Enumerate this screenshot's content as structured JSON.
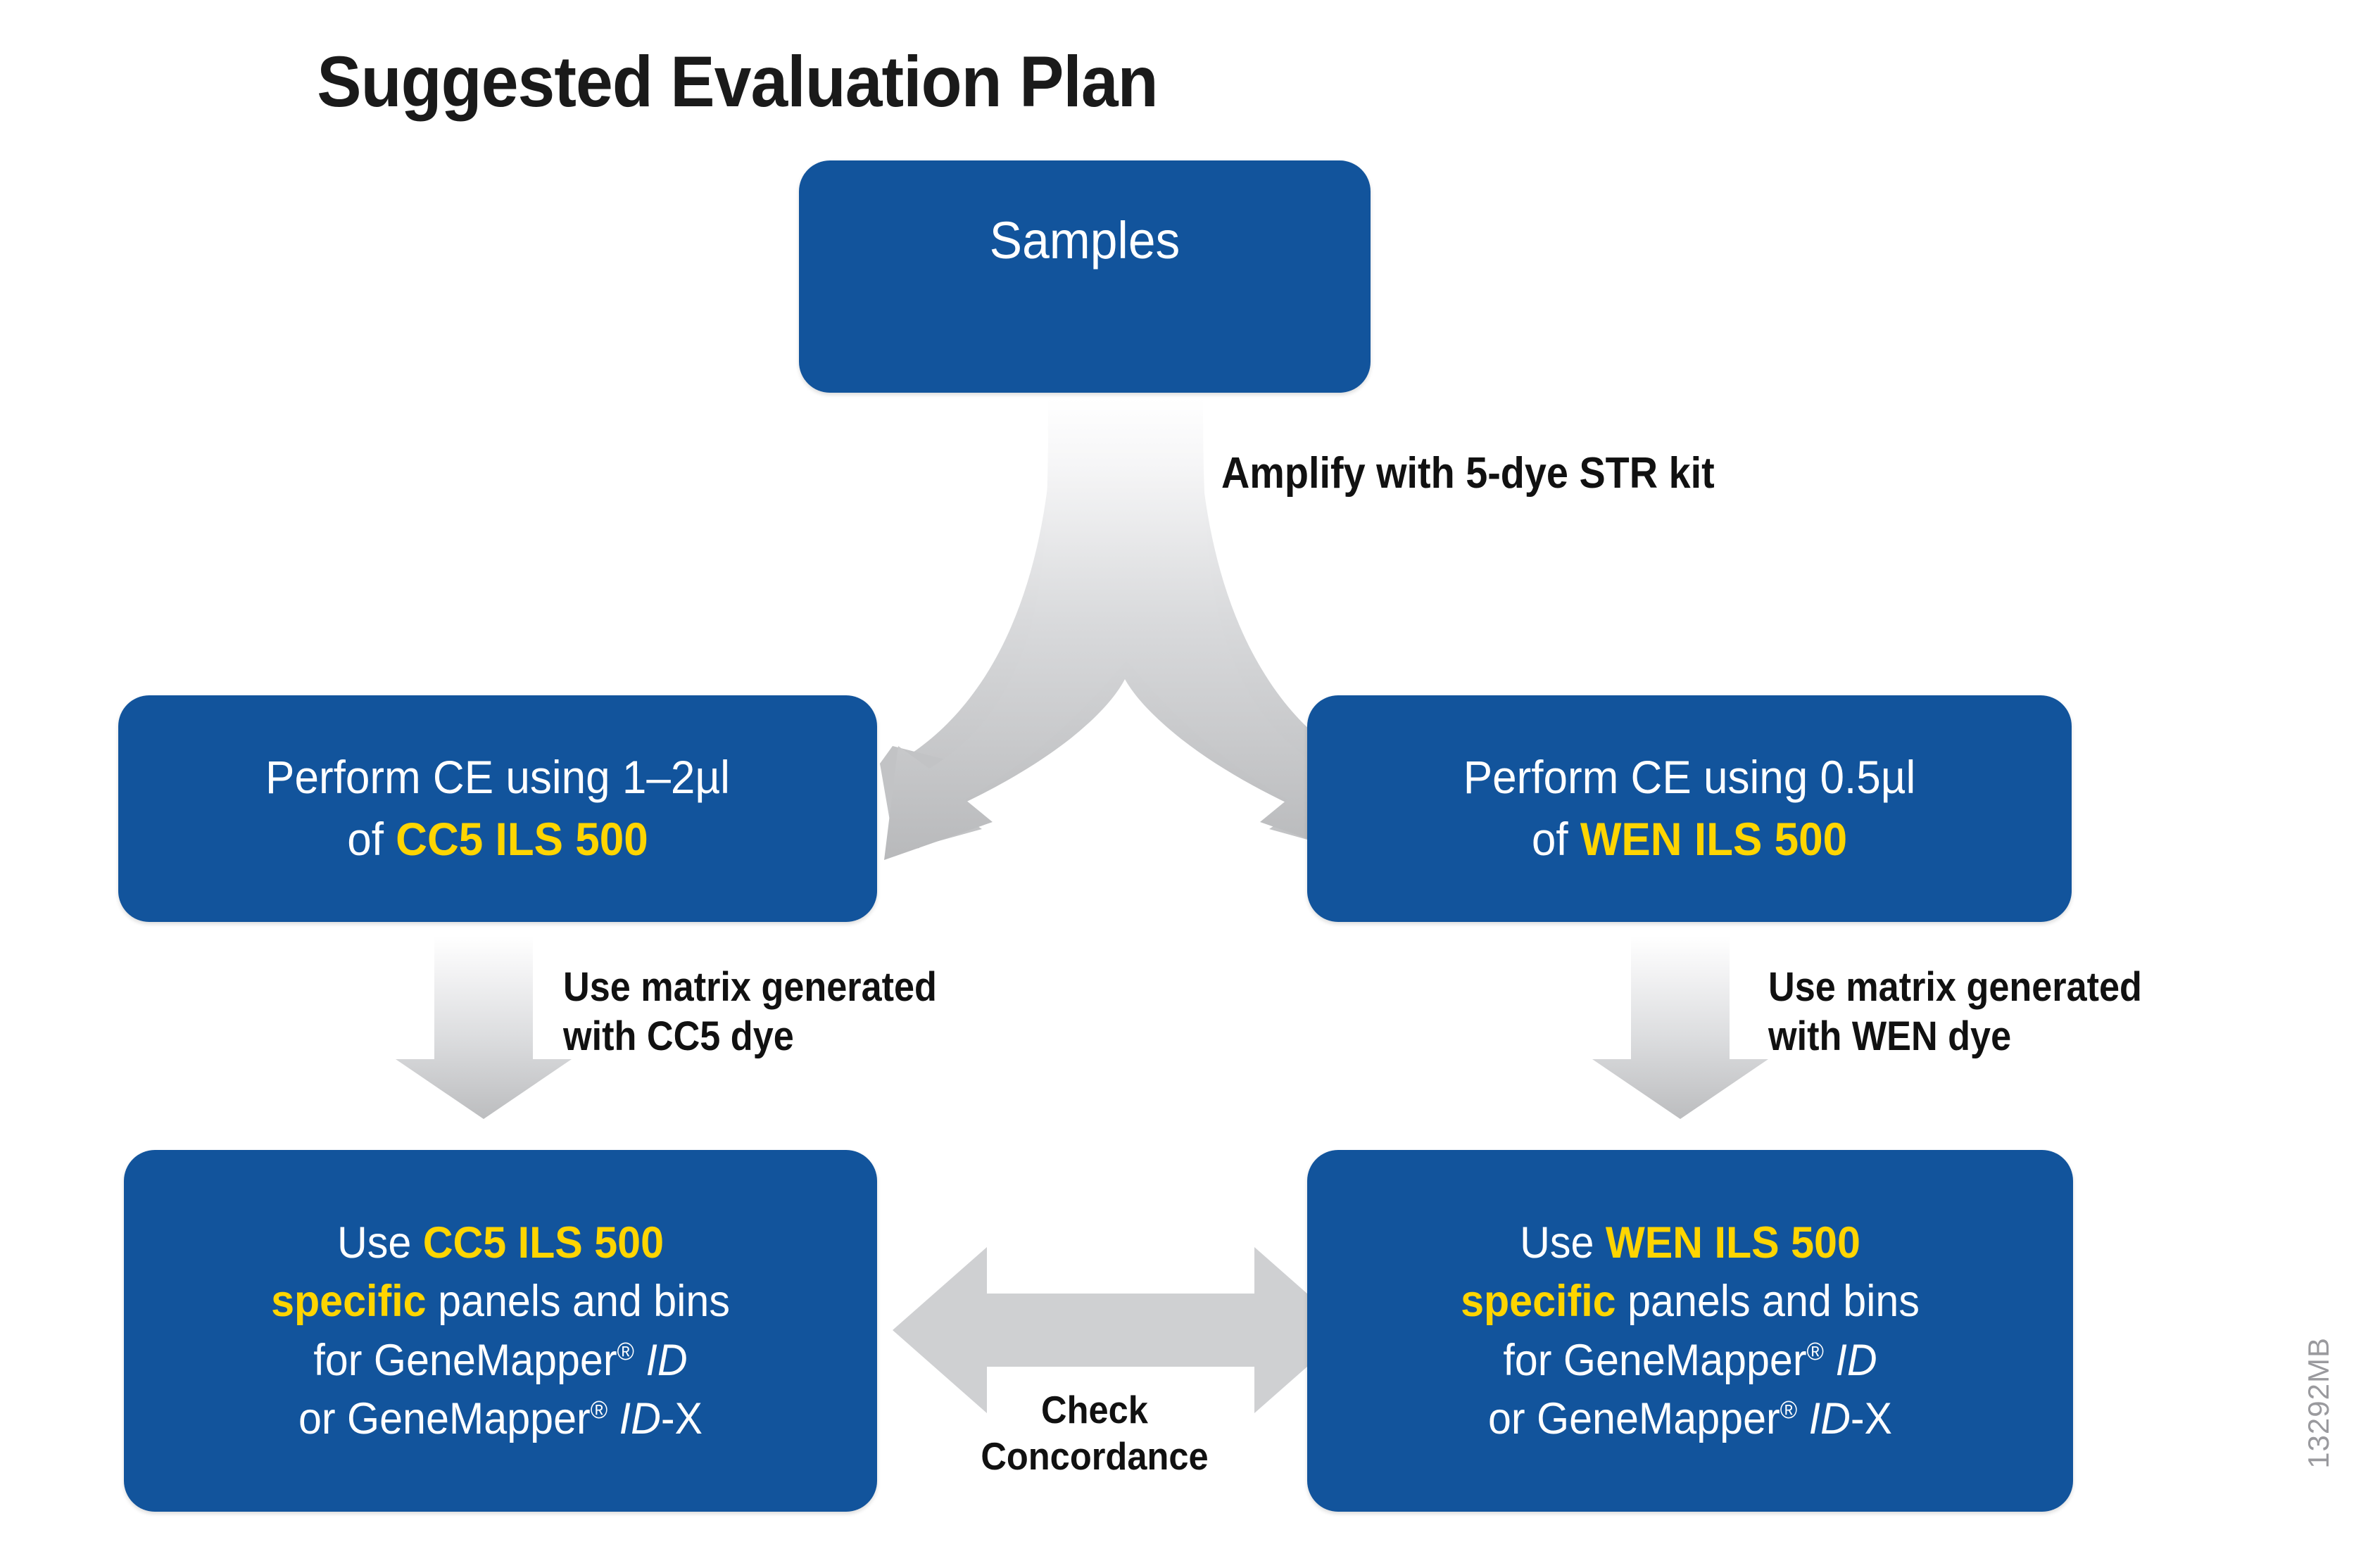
{
  "diagram": {
    "title": "Suggested Evaluation Plan",
    "corner_code": "13292MB",
    "colors": {
      "box_blue": "#12549C",
      "highlight_yellow": "#FFD500",
      "arrow_gray": "#C9CACC",
      "text_white": "#FFFFFF",
      "text_black": "#111111",
      "corner_code_gray": "#9A9A9E",
      "background": "#FFFFFF"
    }
  },
  "nodes": {
    "samples": {
      "label": "Samples"
    },
    "ce_left": {
      "line1": "Perform CE using 1–2µl",
      "line2_prefix": "of ",
      "line2_highlight": "CC5 ILS 500"
    },
    "ce_right": {
      "line1": "Perform CE using 0.5µl",
      "line2_prefix": "of ",
      "line2_highlight": "WEN ILS 500"
    },
    "result_left": {
      "line1_prefix": "Use ",
      "line1_highlight": "CC5 ILS 500",
      "line2_highlight": "specific",
      "line2_suffix": " panels and bins",
      "line3_prefix": "for GeneMapper",
      "line3_reg": "®",
      "line3_italic": "ID",
      "line4_prefix": "or GeneMapper",
      "line4_reg": "®",
      "line4_italic": "ID",
      "line4_suffix": "-X"
    },
    "result_right": {
      "line1_prefix": "Use ",
      "line1_highlight": "WEN ILS 500",
      "line2_highlight": "specific",
      "line2_suffix": " panels and bins",
      "line3_prefix": "for GeneMapper",
      "line3_reg": "®",
      "line3_italic": "ID",
      "line4_prefix": "or GeneMapper",
      "line4_reg": "®",
      "line4_italic": "ID",
      "line4_suffix": "-X"
    }
  },
  "edges": {
    "amplify": {
      "label": "Amplify with 5-dye STR kit",
      "icon": "split-arrow-down-icon"
    },
    "matrix_left": {
      "label": "Use matrix generated\nwith CC5 dye",
      "icon": "arrow-down-icon"
    },
    "matrix_right": {
      "label": "Use matrix generated\nwith WEN dye",
      "icon": "arrow-down-icon"
    },
    "concordance": {
      "label": "Check\nConcordance",
      "icon": "double-headed-arrow-icon"
    }
  }
}
